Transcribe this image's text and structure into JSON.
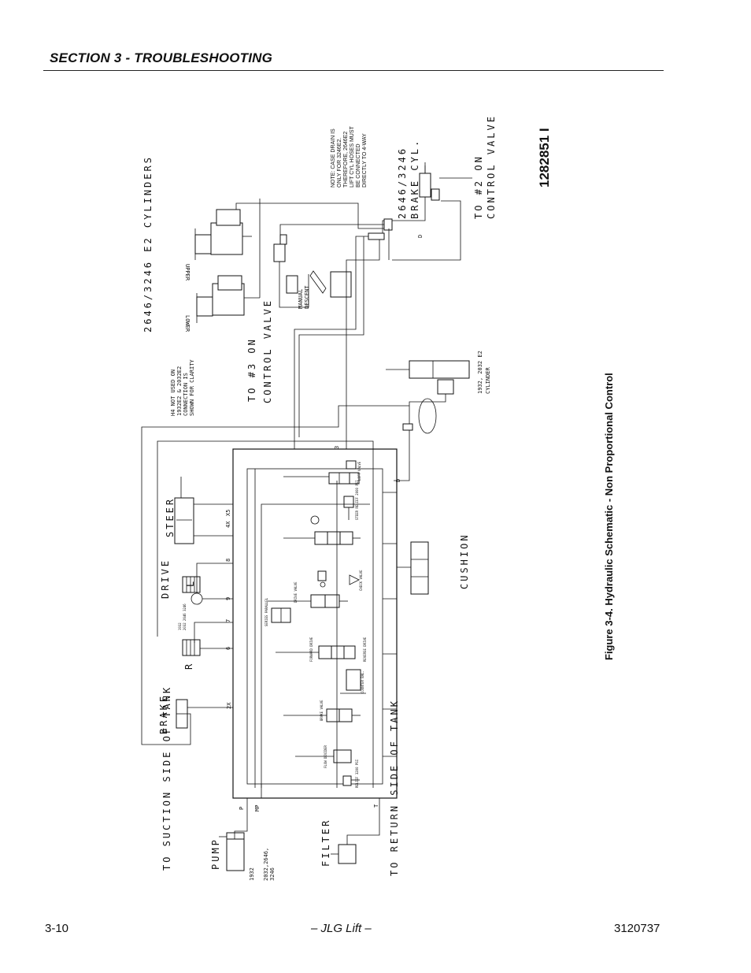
{
  "header": {
    "section": "SECTION 3 - TROUBLESHOOTING"
  },
  "footer": {
    "page": "3-10",
    "brand": "– JLG Lift –",
    "doc": "3120737"
  },
  "figure": {
    "caption": "Figure 3-4.  Hydraulic Schematic - Non Proportional Control",
    "part_number": "1282851 I"
  },
  "labels": {
    "e2_cylinders": "2646/3246 E2 CYLINDERS",
    "upper": "UPPER",
    "lower": "LOWER",
    "manual_descent": "MANUAL DESCENT",
    "to_3_control": "TO #3 ON CONTROL VALVE",
    "h4_note": "H4 NOT USED ON 1932E2 & 2032E2 CONNECTION IS SHOWN FOR CLARITY",
    "brake_cyl": "2646/3246 BRAKE CYL.",
    "to_2_control": "TO #2 ON CONTROL VALVE",
    "lift_cyl_1932": "1932, 2032 E2 CYLINDER",
    "case_drain_note": "NOTE: CASE DRAIN IS ONLY FOR 3246E2. THEREFORE, 2646E2 LIFT CYL HOSES MUST BE CONNECTED DIRECTLY TO 4-WAY",
    "steer": "STEER",
    "drive": "DRIVE",
    "l": "L",
    "r": "R",
    "brake": "BRAKE",
    "cushion": "CUSHION",
    "pump": "PUMP",
    "to_suction": "TO SUCTION SIDE OF TANK",
    "filter": "FILTER",
    "to_return": "TO RETURN SIDE OF TANK",
    "pump_models_1": "1932",
    "pump_models_2": "2032,2646,",
    "pump_models_3": "3246",
    "port_p": "P",
    "port_mp": "MP",
    "port_t": "T",
    "port_d": "D",
    "port_d2": "D",
    "port_3": "3",
    "port_4": "4X",
    "port_5": "X5",
    "port_8": "8",
    "port_9": "9",
    "port_7": "7",
    "port_6": "6",
    "port_2": "2X",
    "port_x": "X"
  }
}
